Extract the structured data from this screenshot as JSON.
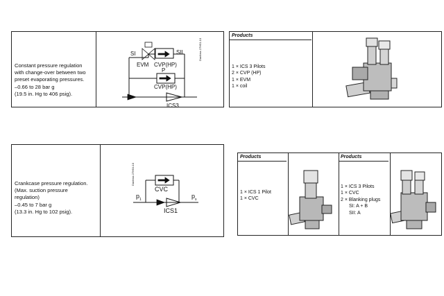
{
  "row1": {
    "description": [
      "Constant pressure regulation",
      "with change-over between two",
      "preset evaporating pressures.",
      "–0.66 to 28 bar g",
      "(19.5 in. Hg to 406 psig)."
    ],
    "diagram": {
      "labels": {
        "si": "SI",
        "sii": "SII",
        "evm": "EVM",
        "cvp1": "CVP(HP)",
        "p": "P",
        "cvp2": "CVP(HP)",
        "ics": "ICS3"
      },
      "code": "Danfoss\n27H51.10"
    },
    "products": {
      "header": "Products",
      "items": [
        "1 × ICS 3 Pilots",
        "2 × CVP (HP)",
        "1 × EVM",
        "1 × coil"
      ]
    }
  },
  "row2": {
    "description": [
      "Crankcase pressure regulation.",
      "(Max. suction pressure",
      "regulation)",
      "–0.45 to 7 bar g",
      "(13.3 in. Hg to 102 psig)."
    ],
    "diagram": {
      "labels": {
        "cvc": "CVC",
        "ics": "ICS1",
        "p1": "p",
        "p1_sub": "1",
        "ps": "p",
        "ps_sub": "s"
      },
      "code": "Danfoss\n27H54.10"
    },
    "products_a": {
      "header": "Products",
      "items": [
        "1 × ICS 1 Pilot",
        "1 × CVC"
      ]
    },
    "products_b": {
      "header": "Products",
      "items": [
        "1 × ICS 3 Pilots",
        "1 × CVC",
        "2 × Blanking plugs",
        "SI:  A + B",
        "SII:  A"
      ]
    }
  }
}
